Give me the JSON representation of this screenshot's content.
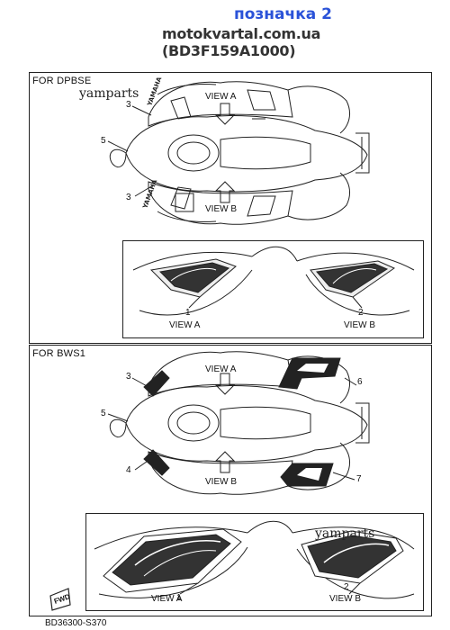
{
  "header": {
    "title": "позначка 2",
    "subtitle": "motokvartal.com.ua (BD3F159A1000)"
  },
  "watermark": "yamparts",
  "sections": [
    {
      "label": "FOR DPBSE",
      "view_a": "VIEW A",
      "view_b": "VIEW B",
      "callouts": [
        "3",
        "5",
        "3"
      ],
      "inset": {
        "left_num": "1",
        "left_view": "VIEW A",
        "right_num": "2",
        "right_view": "VIEW B"
      }
    },
    {
      "label": "FOR BWS1",
      "view_a": "VIEW A",
      "view_b": "VIEW B",
      "callouts": [
        "3",
        "5",
        "4",
        "6",
        "7"
      ],
      "inset": {
        "left_num": "1",
        "left_view": "VIEW A",
        "right_num": "2",
        "right_view": "VIEW B"
      }
    }
  ],
  "fwd_label": "FWD",
  "drawing_code": "BD36300-S370"
}
